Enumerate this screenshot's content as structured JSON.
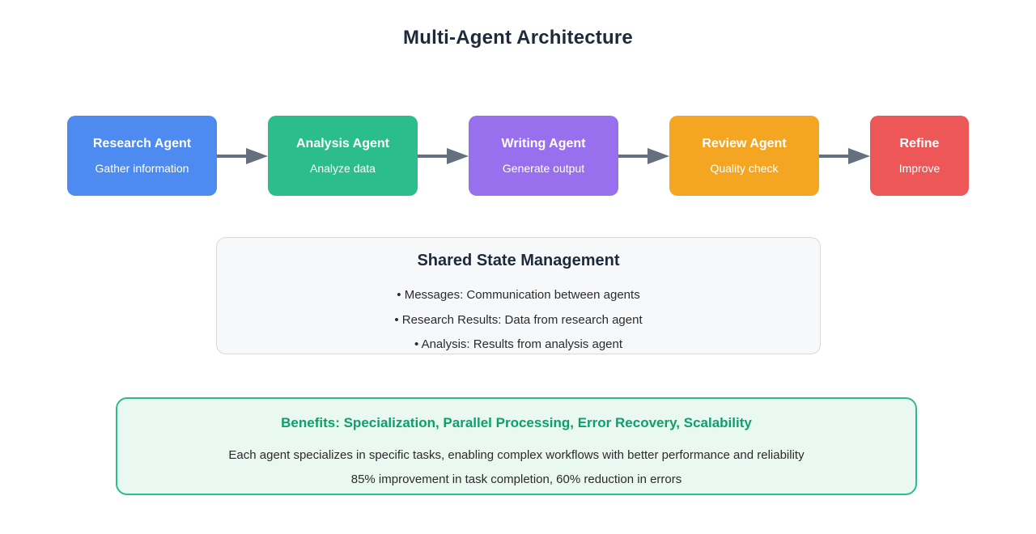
{
  "title": "Multi-Agent Architecture",
  "agents": [
    {
      "name": "Research Agent",
      "subtitle": "Gather information",
      "color": "#4D8BF0"
    },
    {
      "name": "Analysis Agent",
      "subtitle": "Analyze data",
      "color": "#2BBD8C"
    },
    {
      "name": "Writing Agent",
      "subtitle": "Generate output",
      "color": "#9870EE"
    },
    {
      "name": "Review Agent",
      "subtitle": "Quality check",
      "color": "#F4A622"
    },
    {
      "name": "Refine",
      "subtitle": "Improve",
      "color": "#ED5758"
    }
  ],
  "shared_state": {
    "title": "Shared State Management",
    "items": [
      "• Messages: Communication between agents",
      "• Research Results: Data from research agent",
      "• Analysis: Results from analysis agent"
    ]
  },
  "benefits": {
    "title": "Benefits: Specialization, Parallel Processing, Error Recovery, Scalability",
    "line1": "Each agent specializes in specific tasks, enabling complex workflows with better performance and reliability",
    "line2": "85% improvement in task completion, 60% reduction in errors"
  },
  "colors": {
    "title_text": "#1E2A3C",
    "agent_text": "#FFFFFF",
    "arrow": "#64707D",
    "shared_bg": "#F7F8FA",
    "shared_border": "#D6DAE0",
    "shared_title_text": "#1E2A3C",
    "shared_item_text": "#2B2B2B",
    "benefits_bg": "#E9F8F0",
    "benefits_border": "#2BBD8C",
    "benefits_title_text": "#0E9F6E",
    "benefits_body_text": "#2B2B2B"
  }
}
